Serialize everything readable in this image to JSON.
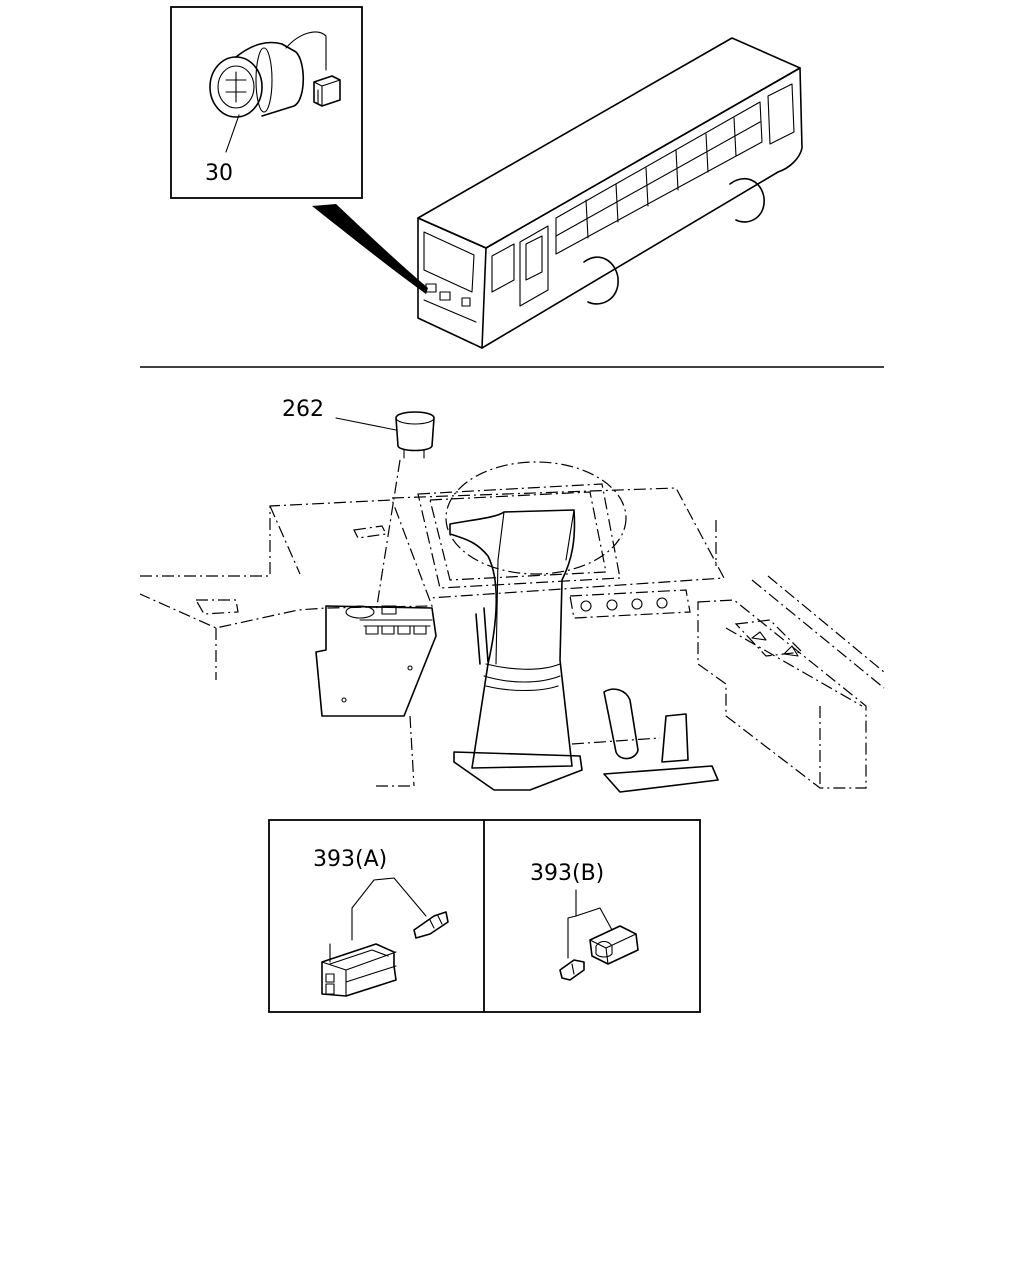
{
  "callouts": {
    "part_30": "30",
    "part_262": "262",
    "part_393a": "393(A)",
    "part_393b": "393(B)"
  }
}
